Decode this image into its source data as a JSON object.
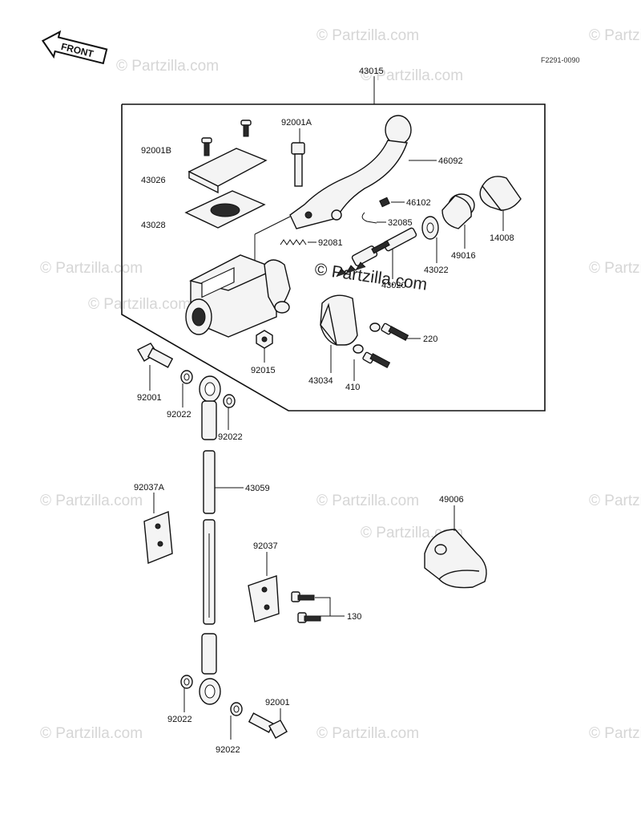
{
  "diagram": {
    "front_marker": "FRONT",
    "ref_code": "F2291-0090",
    "watermark_main": "© Partzilla.com",
    "watermark_faint": "© Partzilla.com",
    "accent_color": "#111111",
    "labels": {
      "p43015": "43015",
      "p92001A": "92001A",
      "p92001B": "92001B",
      "p43026": "43026",
      "p43028": "43028",
      "p46092": "46092",
      "p46102": "46102",
      "p32085": "32085",
      "p92081": "92081",
      "p43020": "43020",
      "p43022": "43022",
      "p49016": "49016",
      "p14008": "14008",
      "p92015": "92015",
      "p43034": "43034",
      "p410": "410",
      "p220": "220",
      "p92001_top": "92001",
      "p92022_a": "92022",
      "p92022_b": "92022",
      "p43059": "43059",
      "p92037A": "92037A",
      "p92037": "92037",
      "p130": "130",
      "p49006": "49006",
      "p92022_c": "92022",
      "p92022_d": "92022",
      "p92001_bottom": "92001"
    }
  }
}
